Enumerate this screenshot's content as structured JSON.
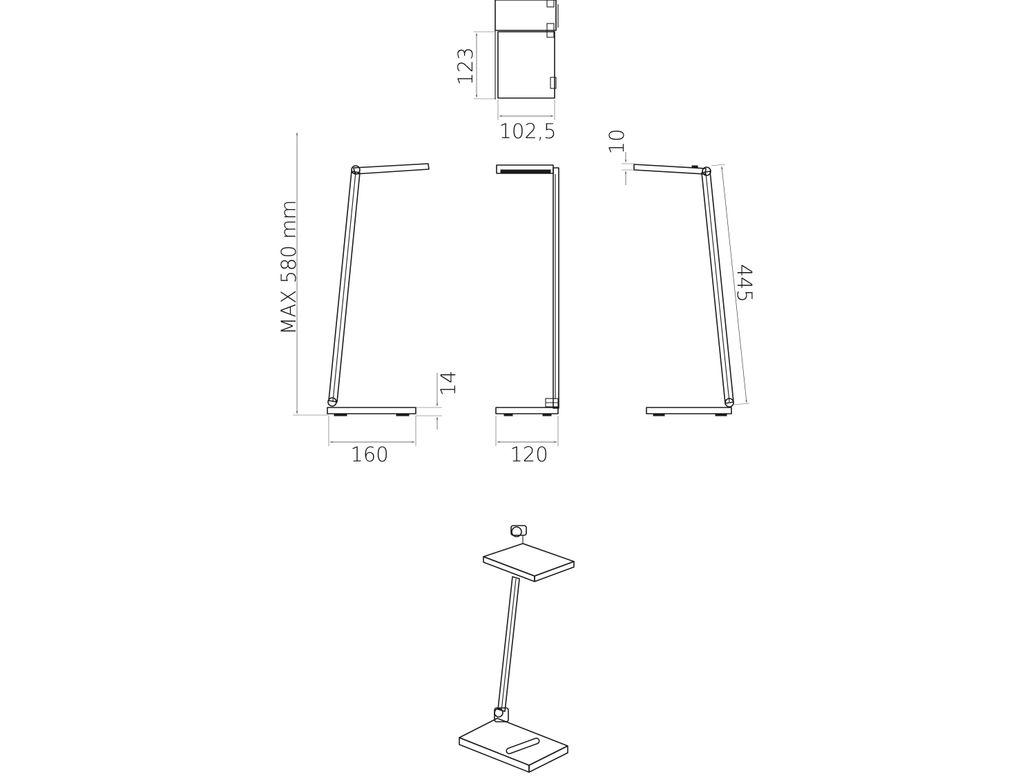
{
  "drawing": {
    "dimensions": {
      "head_depth": "123",
      "head_width": "102,5",
      "max_height": "MAX 580 mm",
      "base_thickness": "14",
      "base_length": "160",
      "base_width": "120",
      "head_thickness": "10",
      "arm_length": "445"
    }
  }
}
